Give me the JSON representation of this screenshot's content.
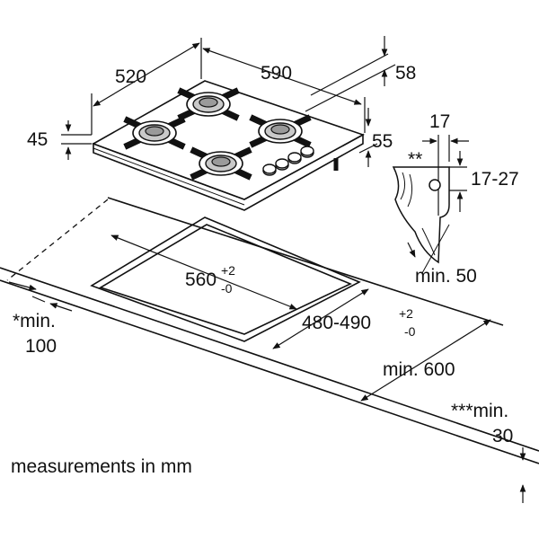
{
  "dimensions": {
    "hob_depth": "520",
    "hob_width": "590",
    "back_offset": "58",
    "hob_height": "45",
    "front_offset": "55",
    "worktop_gap": "17",
    "worktop_thickness": "17-27",
    "cutout_width": "560",
    "cutout_width_tol_plus": "+2",
    "cutout_width_tol_minus": "-0",
    "cutout_depth": "480-490",
    "cutout_depth_tol_plus": "+2",
    "cutout_depth_tol_minus": "-0",
    "min_back": "min. 50",
    "min_side": "min. 600",
    "min_left_line1": "*min.",
    "min_left_line2": "100",
    "min_front_line1": "***min.",
    "min_front_line2": "30",
    "note_marker": "**"
  },
  "caption": "measurements in mm",
  "icons": {
    "burner": "gas-burner-icon",
    "knob": "control-knob-icon"
  }
}
